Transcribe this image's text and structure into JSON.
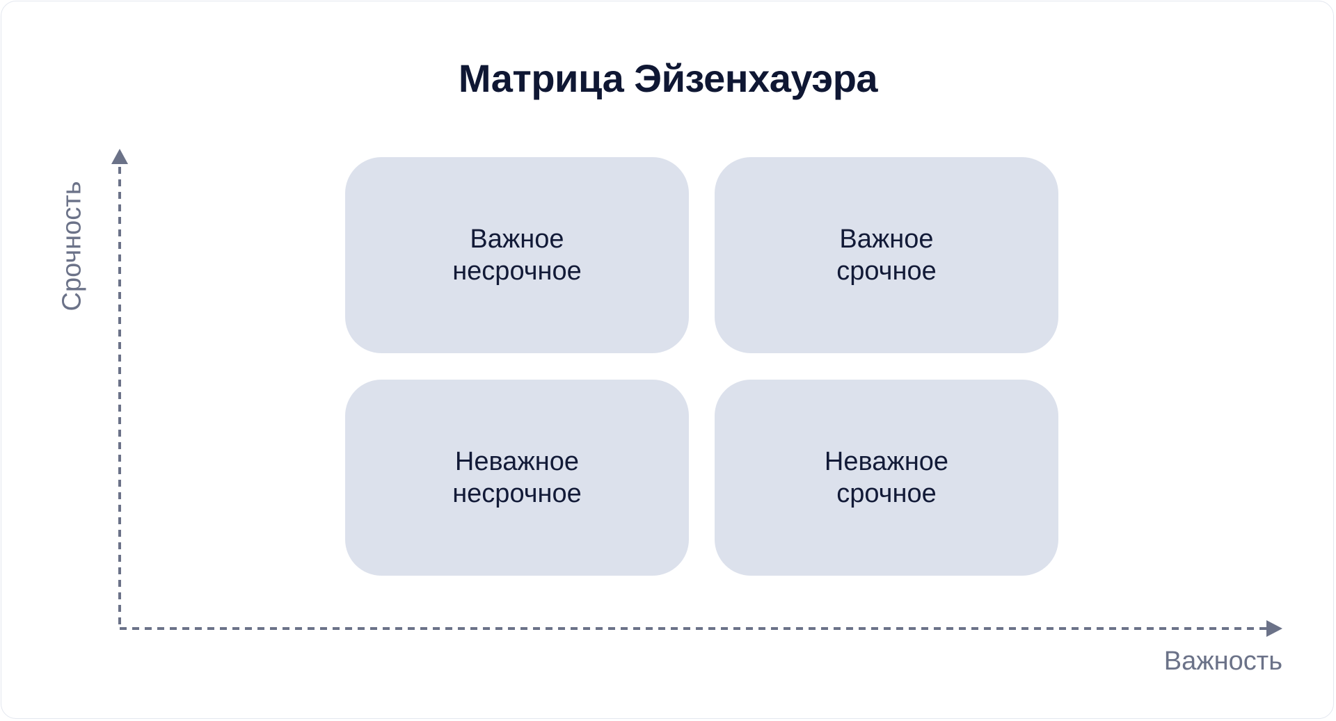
{
  "title": "Матрица Эйзенхауэра",
  "axes": {
    "y_label": "Срочность",
    "x_label": "Важность",
    "line_color": "#6b7288"
  },
  "quadrants": [
    {
      "position": "top-left",
      "line1": "Важное",
      "line2": "несрочное"
    },
    {
      "position": "top-right",
      "line1": "Важное",
      "line2": "срочное"
    },
    {
      "position": "bottom-left",
      "line1": "Неважное",
      "line2": "несрочное"
    },
    {
      "position": "bottom-right",
      "line1": "Неважное",
      "line2": "срочное"
    }
  ],
  "colors": {
    "quadrant_fill": "#dce1ec",
    "text": "#121a37"
  }
}
